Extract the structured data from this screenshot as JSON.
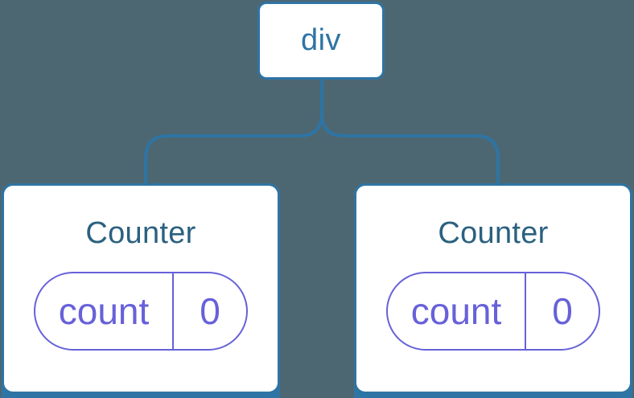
{
  "colors": {
    "background": "#4d6772",
    "node_blue": "#2e74a4",
    "title_navy": "#2b6180",
    "state_purple": "#6761d9",
    "card_bg": "#ffffff"
  },
  "tree": {
    "root": {
      "label": "div"
    },
    "children": [
      {
        "title": "Counter",
        "state": {
          "key": "count",
          "value": "0"
        }
      },
      {
        "title": "Counter",
        "state": {
          "key": "count",
          "value": "0"
        }
      }
    ]
  }
}
